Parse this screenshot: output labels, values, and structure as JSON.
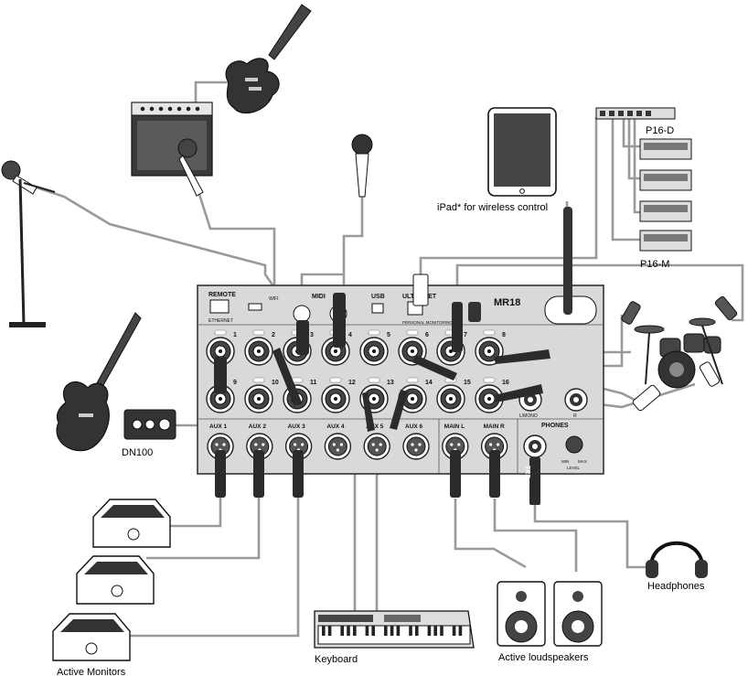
{
  "mixer": {
    "model": "MR18",
    "remote_label": "REMOTE",
    "ethernet_label": "ETHERNET",
    "wifi_label": "WIFI",
    "midi_label": "MIDI",
    "usb_label": "USB",
    "ultranet_label": "ULTRANET",
    "personal_monitoring_label": "PERSONAL MONITORING",
    "inputs": [
      "1",
      "2",
      "3",
      "4",
      "5",
      "6",
      "7",
      "8",
      "9",
      "10",
      "11",
      "12",
      "13",
      "14",
      "15",
      "16"
    ],
    "aux_outputs": [
      "AUX 1",
      "AUX 2",
      "AUX 3",
      "AUX 4",
      "AUX 5",
      "AUX 6"
    ],
    "main_outputs": [
      "MAIN L",
      "MAIN R"
    ],
    "phones_label": "PHONES",
    "level_min": "MIN",
    "level_max": "MAX",
    "level_label": "LEVEL",
    "lmono_label": "L/MONO",
    "r_label": "R",
    "trs_label": "TRS"
  },
  "labels": {
    "ipad": "iPad* for wireless control",
    "p16d": "P16-D",
    "p16m": "P16-M",
    "dn100": "DN100",
    "active_monitors": "Active Monitors",
    "keyboard": "Keyboard",
    "active_loudspeakers": "Active loudspeakers",
    "headphones": "Headphones"
  },
  "colors": {
    "panel": "#d9d9d9",
    "outline": "#333333",
    "cable": "#9a9a9a",
    "dark": "#2b2b2b"
  }
}
